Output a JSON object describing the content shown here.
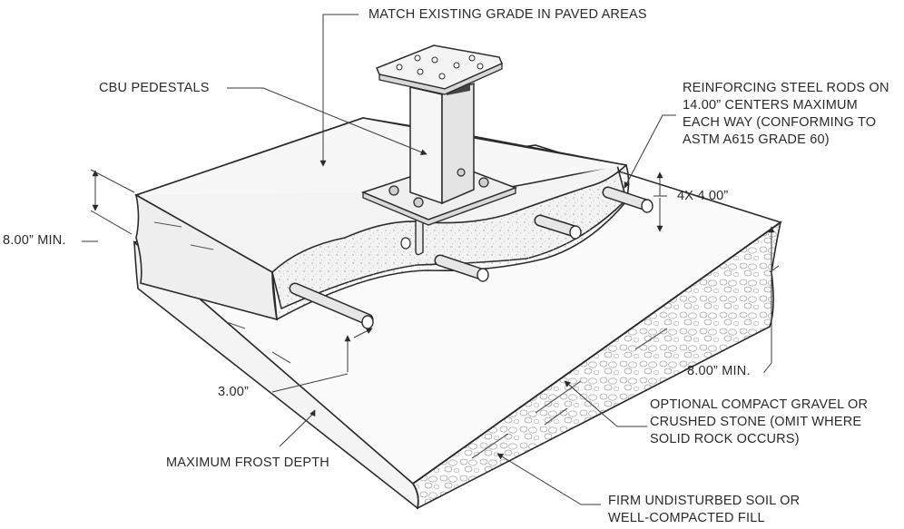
{
  "labels": {
    "match_grade": "MATCH EXISTING GRADE IN PAVED AREAS",
    "cbu_pedestals": "CBU PEDESTALS",
    "reinforcing": [
      "REINFORCING STEEL RODS ON",
      "14.00” CENTERS MAXIMUM",
      "EACH WAY (CONFORMING TO",
      "ASTM A615 GRADE 60)"
    ],
    "rod_spacing": "4X 4.00”",
    "slab_depth": "8.00”  MIN.",
    "gravel_depth": "8.00”  MIN.",
    "rod_cover": "3.00”",
    "gravel": [
      "OPTIONAL COMPACT GRAVEL OR",
      "CRUSHED STONE (OMIT WHERE",
      "SOLID ROCK OCCURS)"
    ],
    "frost_depth": "MAXIMUM FROST DEPTH",
    "soil": [
      "FIRM UNDISTURBED SOIL OR",
      "WELL-COMPACTED FILL"
    ]
  },
  "colors": {
    "line": "#2b2b2b",
    "concrete": "#f1f1f1",
    "gravel_fill": "#f7f7f7",
    "steel": "#e2e2e2"
  }
}
